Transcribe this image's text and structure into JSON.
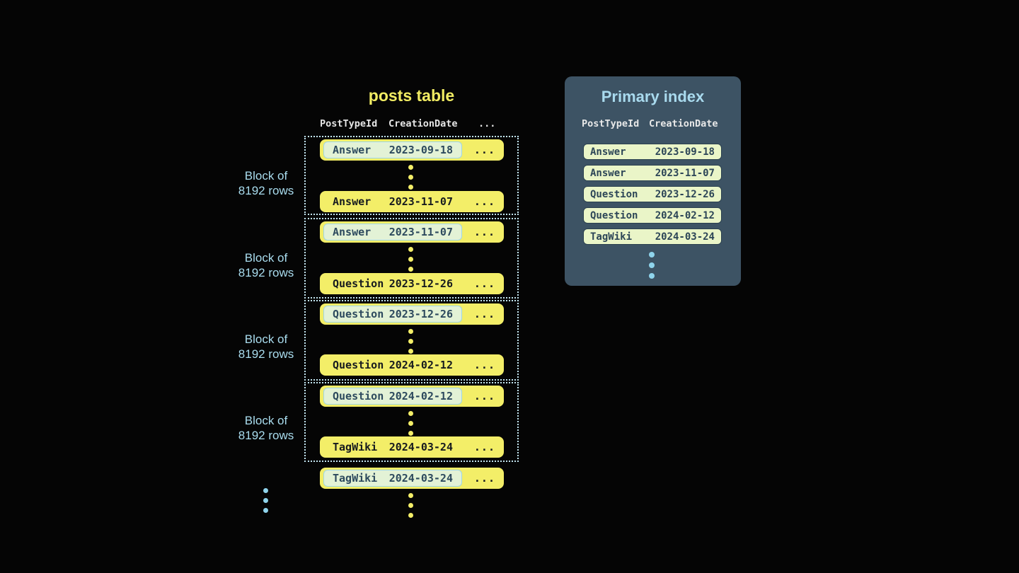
{
  "posts_table": {
    "title": "posts table",
    "columns": [
      "PostTypeId",
      "CreationDate",
      "..."
    ],
    "block_label": {
      "line1": "Block of",
      "line2": "8192 rows"
    },
    "row_ellipsis": "...",
    "blocks": [
      {
        "first": {
          "type": "Answer",
          "date": "2023-09-18"
        },
        "last": {
          "type": "Answer",
          "date": "2023-11-07"
        }
      },
      {
        "first": {
          "type": "Answer",
          "date": "2023-11-07"
        },
        "last": {
          "type": "Question",
          "date": "2023-12-26"
        }
      },
      {
        "first": {
          "type": "Question",
          "date": "2023-12-26"
        },
        "last": {
          "type": "Question",
          "date": "2024-02-12"
        }
      },
      {
        "first": {
          "type": "Question",
          "date": "2024-02-12"
        },
        "last": {
          "type": "TagWiki",
          "date": "2024-03-24"
        }
      }
    ],
    "overflow_row": {
      "type": "TagWiki",
      "date": "2024-03-24"
    }
  },
  "primary_index": {
    "title": "Primary index",
    "columns": [
      "PostTypeId",
      "CreationDate"
    ],
    "rows": [
      {
        "type": "Answer",
        "date": "2023-09-18"
      },
      {
        "type": "Answer",
        "date": "2023-11-07"
      },
      {
        "type": "Question",
        "date": "2023-12-26"
      },
      {
        "type": "Question",
        "date": "2024-02-12"
      },
      {
        "type": "TagWiki",
        "date": "2024-03-24"
      }
    ]
  },
  "colors": {
    "background": "#050505",
    "row_yellow": "#f3ee68",
    "title_yellow": "#f1ec63",
    "highlight_cell_bg": "#e3f2d6",
    "highlight_cell_border": "#9fd6e8",
    "highlight_text": "#2d4a5e",
    "plain_text": "#171b1f",
    "block_dotted_border": "#c2e4ef",
    "label_blue": "#a9dcee",
    "dot_blue": "#8fd4ec",
    "panel_bg": "#3d5364",
    "panel_title_blue": "#a9daee",
    "index_row_bg": "#eaf5c8",
    "index_row_border": "#2a3f4e",
    "index_row_text": "#2c4557",
    "header_text": "#e5e5e5"
  }
}
